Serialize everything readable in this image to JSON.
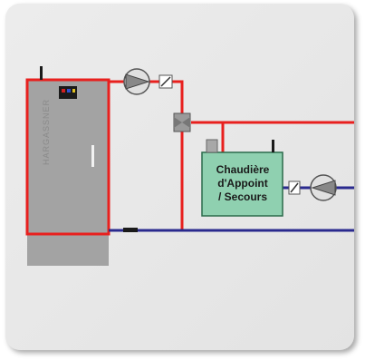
{
  "diagram": {
    "main_boiler": {
      "brand": "HARGASSNER"
    },
    "backup_boiler": {
      "label_lines": [
        "Chaudière",
        "d'Appoint",
        "/ Secours"
      ]
    },
    "colors": {
      "supply": "#e8201e",
      "return": "#2a2a8e",
      "boiler_body": "#9e9e9e",
      "backup_fill": "#8fd0b0",
      "backup_border": "#2a6a4a",
      "background": "#e7e7e7"
    },
    "icons": [
      "pump-icon",
      "check-valve-icon",
      "mixing-valve-icon",
      "expansion-vessel-icon"
    ]
  }
}
